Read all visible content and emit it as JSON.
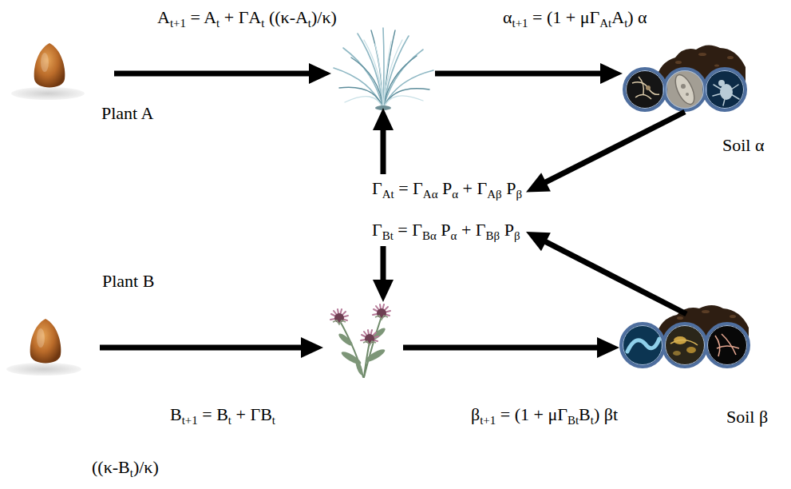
{
  "diagram": {
    "nodes": [
      {
        "text": [
          "Plant A"
        ]
      },
      {
        "text": []
      },
      {
        "text": [
          "Soil α"
        ]
      },
      {
        "text": [
          "ΓAt = ΓAα Pα + ΓAβ Pβ",
          "ΓBt = ΓBα Pα + ΓBβ Pβ"
        ]
      },
      {
        "text": [
          "Plant B"
        ]
      },
      {
        "text": []
      },
      {
        "text": [
          "Soil β"
        ]
      }
    ],
    "edges": [
      {
        "from": 0,
        "to": 1,
        "arrow": "to",
        "label": "At+1 = At + ΓAt ((κ-At)/κ)"
      },
      {
        "from": 1,
        "to": 2,
        "arrow": "to",
        "label": "αt+1 = (1 + μΓAtAt) α"
      },
      {
        "from": 2,
        "to": 3,
        "arrow": "to"
      },
      {
        "from": 3,
        "to": 1,
        "arrow": "to"
      },
      {
        "from": 3,
        "to": 5,
        "arrow": "to"
      },
      {
        "from": 6,
        "to": 3,
        "arrow": "to"
      },
      {
        "from": 4,
        "to": 5,
        "arrow": "to",
        "label": "Bt+1 = Bt + ΓBt"
      },
      {
        "from": 5,
        "to": 6,
        "arrow": "to",
        "label": "βt+1 = (1 + μΓBtBt) βt"
      }
    ],
    "labels": [
      "((κ-Bt)/κ)"
    ]
  }
}
